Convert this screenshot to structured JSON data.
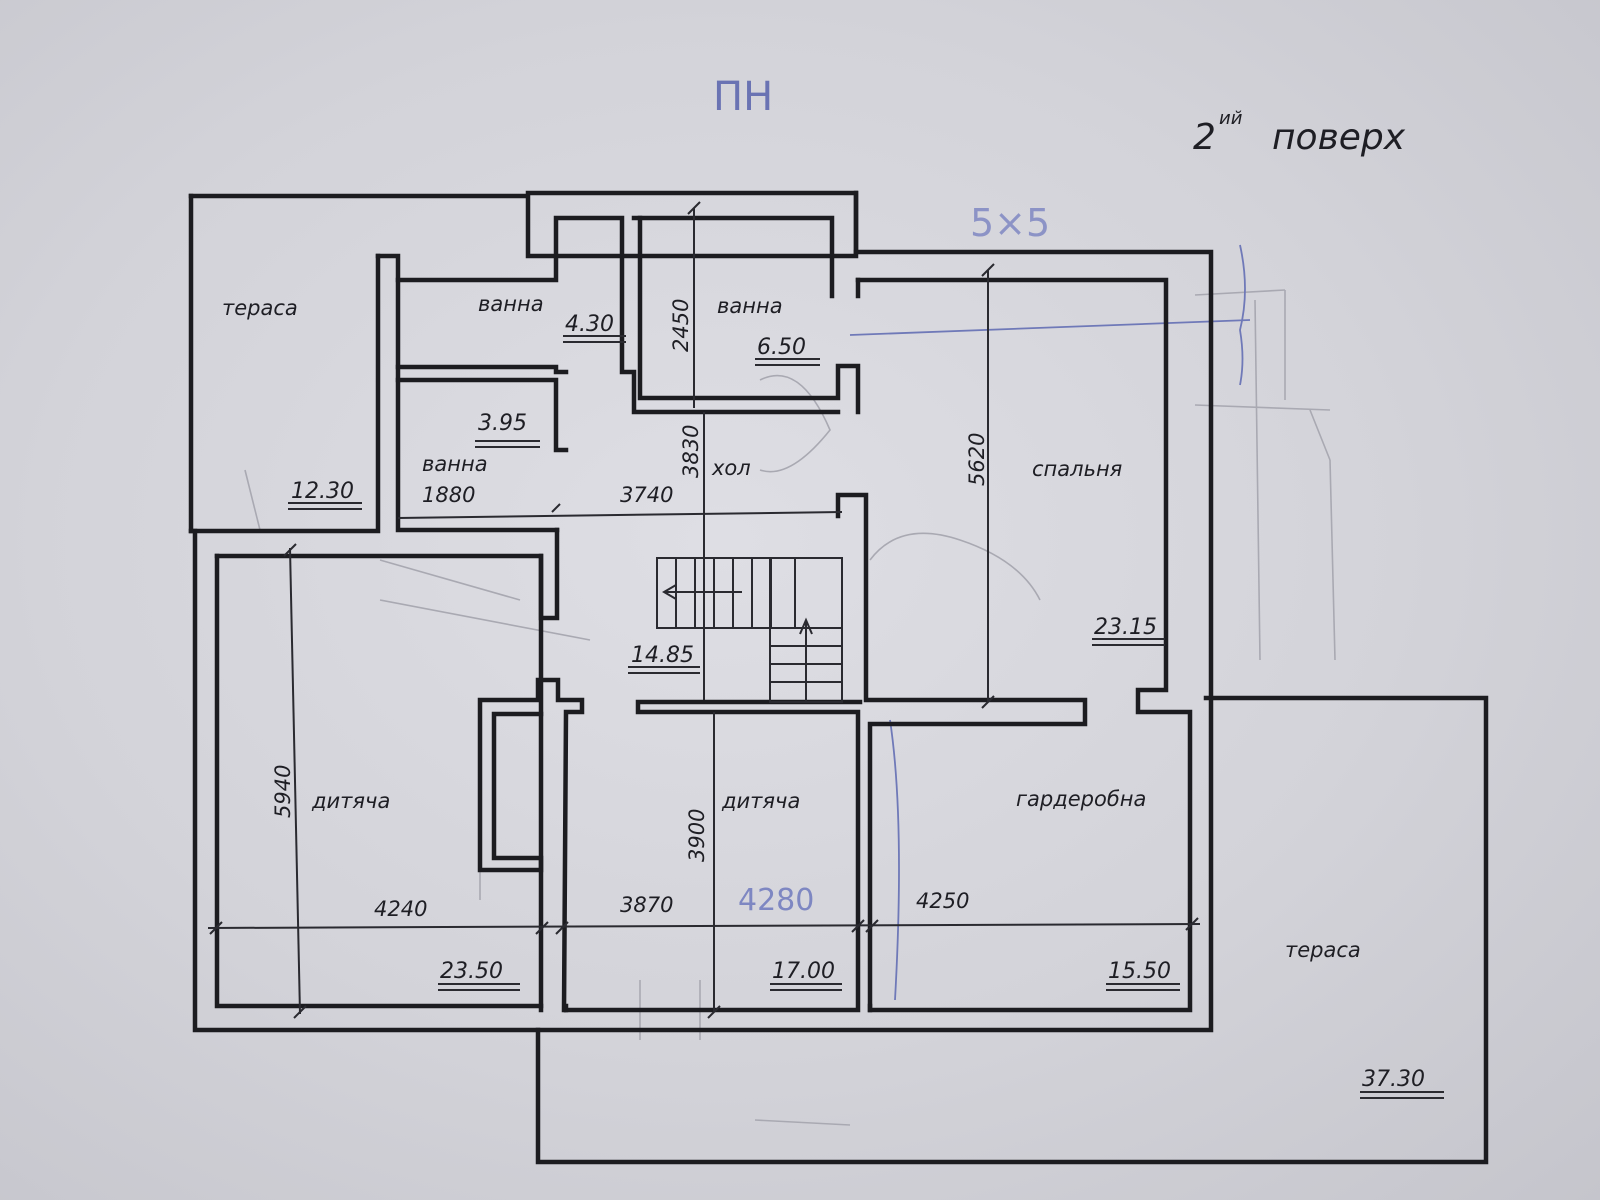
{
  "header": {
    "mark": "ПН",
    "floor_superscript": "ий",
    "floor_num": "2",
    "floor_word": "поверх",
    "note": "5×5"
  },
  "rooms": {
    "terrace_top": {
      "name": "тераса",
      "area": "12.30"
    },
    "bath1": {
      "name": "ванна",
      "area": "4.30"
    },
    "bath2": {
      "name": "ванна",
      "area": "6.50"
    },
    "bath3": {
      "name": "ванна",
      "area": "3.95"
    },
    "hall": {
      "name": "хол",
      "area": "14.85"
    },
    "bedroom": {
      "name": "спальня",
      "area": "23.15"
    },
    "child1": {
      "name": "дитяча",
      "area": "23.50"
    },
    "child2": {
      "name": "дитяча",
      "area": "17.00"
    },
    "wardrobe": {
      "name": "гардеробна",
      "area": "15.50"
    },
    "terrace_bottom": {
      "name": "тераса",
      "area": "37.30"
    }
  },
  "dimensions": {
    "d2450": "2450",
    "d3830": "3830",
    "d5620": "5620",
    "d1880": "1880",
    "d3740": "3740",
    "d5940": "5940",
    "d3900": "3900",
    "d4240": "4240",
    "d3870": "3870",
    "d4250": "4250",
    "d4280": "4280"
  }
}
